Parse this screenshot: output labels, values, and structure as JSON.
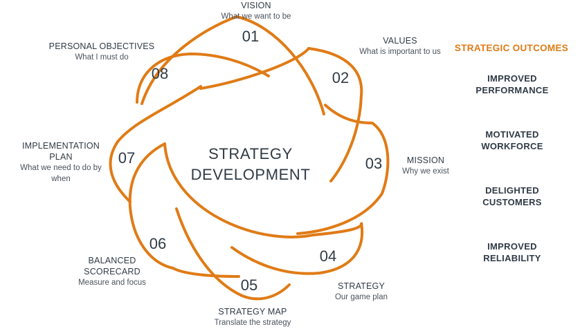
{
  "diagram": {
    "center_title": [
      "STRATEGY",
      "DEVELOPMENT"
    ],
    "stroke_color": "#e07b16",
    "steps": [
      {
        "num": "01",
        "title": "VISION",
        "subtitle": "What we want to be"
      },
      {
        "num": "02",
        "title": "VALUES",
        "subtitle": "What is important to us"
      },
      {
        "num": "03",
        "title": "MISSION",
        "subtitle": "Why we exist"
      },
      {
        "num": "04",
        "title": "STRATEGY",
        "subtitle": "Our game plan"
      },
      {
        "num": "05",
        "title": "STRATEGY MAP",
        "subtitle": "Translate the strategy"
      },
      {
        "num": "06",
        "title": "BALANCED SCORECARD",
        "subtitle": "Measure and focus"
      },
      {
        "num": "07",
        "title": "IMPLEMENTATION PLAN",
        "subtitle": "What we need to do by when"
      },
      {
        "num": "08",
        "title": "PERSONAL OBJECTIVES",
        "subtitle": "What I must do"
      }
    ]
  },
  "outcomes": {
    "heading": "STRATEGIC OUTCOMES",
    "items": [
      "IMPROVED PERFORMANCE",
      "MOTIVATED WORKFORCE",
      "DELIGHTED CUSTOMERS",
      "IMPROVED RELIABILITY"
    ]
  }
}
